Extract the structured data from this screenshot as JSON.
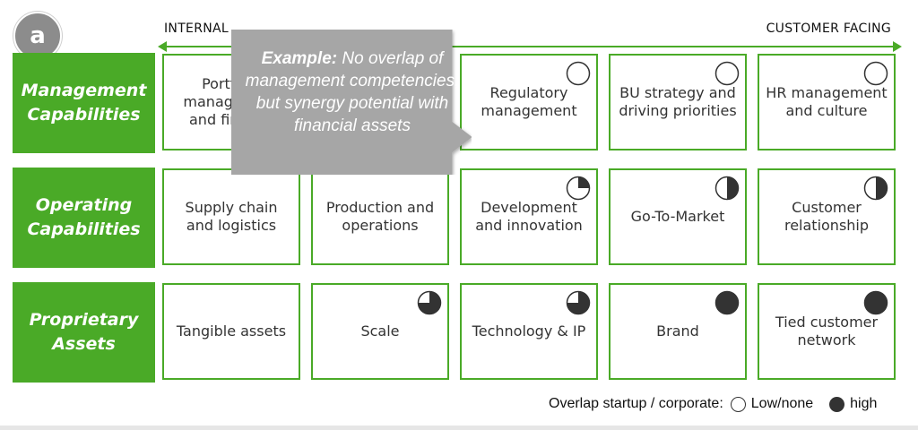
{
  "badge": "a",
  "axis": {
    "left_label": "INTERNAL",
    "right_label": "CUSTOMER FACING",
    "color": "#4aaa27"
  },
  "colors": {
    "green": "#4aaa27",
    "callout": "#a6a6a6",
    "harvey": "#333333"
  },
  "rows": [
    {
      "label": "Management Capabilities",
      "cells": [
        {
          "label": "Portfolio management and finance",
          "overlap": null
        },
        {
          "label": "",
          "overlap": null
        },
        {
          "label": "Regulatory management",
          "overlap": 0
        },
        {
          "label": "BU strategy and driving priorities",
          "overlap": 0
        },
        {
          "label": "HR management and culture",
          "overlap": 0
        }
      ]
    },
    {
      "label": "Operating Capabilities",
      "cells": [
        {
          "label": "Supply chain and logistics",
          "overlap": null
        },
        {
          "label": "Production and operations",
          "overlap": null
        },
        {
          "label": "Development and innovation",
          "overlap": 0.25
        },
        {
          "label": "Go-To-Market",
          "overlap": 0.5
        },
        {
          "label": "Customer relationship",
          "overlap": 0.5
        }
      ]
    },
    {
      "label": "Proprietary Assets",
      "cells": [
        {
          "label": "Tangible assets",
          "overlap": null
        },
        {
          "label": "Scale",
          "overlap": 0.75
        },
        {
          "label": "Technology & IP",
          "overlap": 0.75
        },
        {
          "label": "Brand",
          "overlap": 1
        },
        {
          "label": "Tied customer network",
          "overlap": 1
        }
      ]
    }
  ],
  "callout": {
    "lead": "Example:",
    "text": "No overlap of management competencies, but synergy potential with financial assets"
  },
  "legend": {
    "title": "Overlap startup / corporate:",
    "low": "Low/none",
    "high": "high"
  }
}
